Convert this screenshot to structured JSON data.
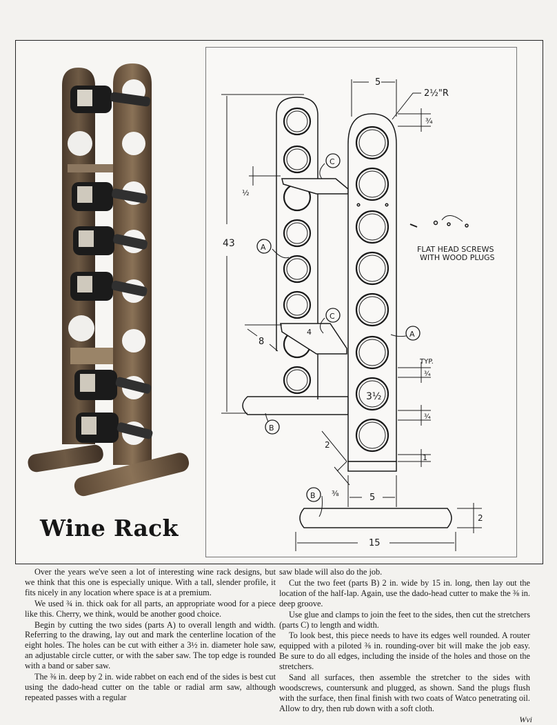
{
  "article": {
    "title": "Wine Rack",
    "left_column": [
      "Over the years we've seen a lot of interesting wine rack designs, but we think that this one is especially unique. With a tall, slender profile, it fits nicely in any location where space is at a premium.",
      "We used ¾ in. thick oak for all parts, an appropriate wood for a piece like this. Cherry, we think, would be another good choice.",
      "Begin by cutting the two sides (parts A) to overall length and width. Referring to the drawing, lay out and mark the centerline location of the eight holes. The holes can be cut with either a 3½ in. diameter hole saw, an adjustable circle cutter, or with the saber saw. The top edge is rounded with a band or saber saw.",
      "The ⅜ in. deep by 2 in. wide rabbet on each end of the sides is best cut using the dado-head cutter on the table or radial arm saw, although repeated passes with a regular"
    ],
    "right_column": [
      "saw blade will also do the job.",
      "Cut the two feet (parts B) 2 in. wide by 15 in. long, then lay out the location of the half-lap. Again, use the dado-head cutter to make the ⅜ in. deep groove.",
      "Use glue and clamps to join the feet to the sides, then cut the stretchers (parts C) to length and width.",
      "To look best, this piece needs to have its edges well rounded. A router equipped with a piloted ⅜ in. rounding-over bit will make the job easy. Be sure to do all edges, including the inside of the holes and those on the stretchers.",
      "Sand all surfaces, then assemble the stretcher to the sides with woodscrews, countersunk and plugged, as shown. Sand the plugs flush with the surface, then final finish with two coats of Watco penetrating oil. Allow to dry, then rub down with a soft cloth."
    ],
    "signature": "Wvi"
  },
  "drawing": {
    "labels": {
      "dim_width": "5",
      "dim_radius": "2½\"R",
      "dim_top_space": "¾",
      "dim_height": "43",
      "dim_stretcher_offset": "½",
      "dim_stretcher_depth": "8",
      "dim_stretcher_width": "4",
      "dim_hole": "3½",
      "dim_typ": "TYP.",
      "dim_hole_gap_a": "¾",
      "dim_hole_gap_b": "¾",
      "dim_bottom_gap": "1",
      "dim_rabbet_width": "2",
      "dim_rabbet_depth": "⅜",
      "dim_foot_notch": "5",
      "dim_foot_length": "15",
      "dim_foot_height": "2",
      "callout_a1": "A",
      "callout_a2": "A",
      "callout_b1": "B",
      "callout_b2": "B",
      "callout_c1": "C",
      "callout_c2": "C",
      "note_line1": "FLAT HEAD SCREWS",
      "note_line2": "WITH WOOD PLUGS"
    }
  }
}
